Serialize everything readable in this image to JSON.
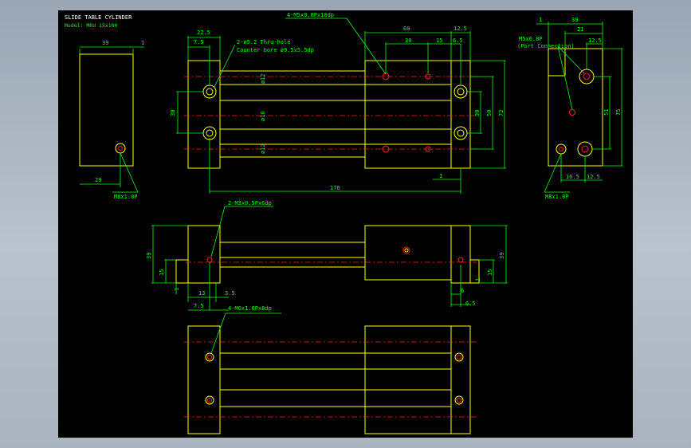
{
  "title": "SLIDE TABLE CYLINDER",
  "model": "Model: MRU 15x100",
  "colors": {
    "outline": "#ffff00",
    "dimension": "#00ff00",
    "centerline": "#ff2020",
    "background": "#000000"
  },
  "notes": {
    "thru_hole": "2-ø5.2 Thru-hole",
    "counter_bore": "Counter bore ø9.5x5.5dp",
    "m5_top": "4-M5x0.8Px10dp",
    "m5_side": "M5x0.8P",
    "port_connection": "(Port Connection)",
    "m8_left": "M8x1.0P",
    "m8_right": "M8x1.0P",
    "m3": "2-M3x0.5Px6dp",
    "m6": "4-M6x1.0Px8dp"
  },
  "dims": {
    "d39_left": "39",
    "d1_left": "1",
    "d29": "29",
    "d22_5": "22.5",
    "d7_5_top": "7.5",
    "d30_v": "30",
    "phi12_a": "ø12",
    "phi16": "ø16",
    "phi12_b": "ø12",
    "d60": "60",
    "d30_top": "30",
    "d15_top": "15",
    "d12_5_top": "12.5",
    "d6_5_top": "6.5",
    "d30_r": "30",
    "d50_r": "50",
    "d72_r": "72",
    "d1_bot": "1",
    "d176": "176",
    "d1_rv": "1",
    "d39_rv": "39",
    "d21_rv": "21",
    "d12_5_rv": "12.5",
    "d51_rv": "51",
    "d75_rv": "75",
    "d16_5_rv": "16.5",
    "d12_5_rvb": "12.5",
    "d39_side_l": "39",
    "d15_side_l": "15",
    "d1_side_l": "1",
    "d13": "13",
    "d3_5": "3.5",
    "d7_5_side": "7.5",
    "d39_side_r": "39",
    "d15_side_r": "15",
    "d1_side_r": "1",
    "d6": "6",
    "d6_5_side": "6.5"
  }
}
